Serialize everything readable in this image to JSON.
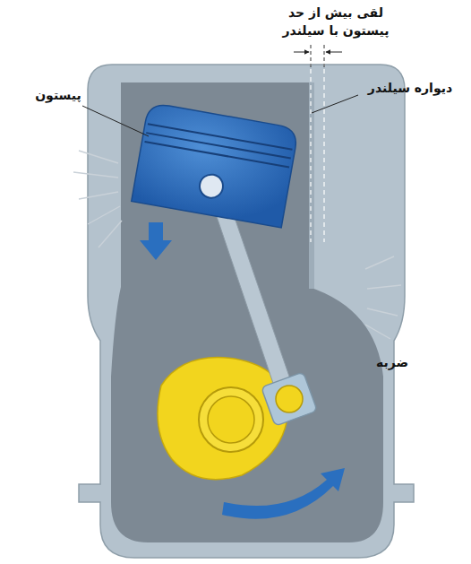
{
  "diagram": {
    "labels": [
      "لقی بیش از حد پیستون با سیلندر",
      "پیستون",
      "دیواره سیلندر",
      "ضربه"
    ]
  }
}
